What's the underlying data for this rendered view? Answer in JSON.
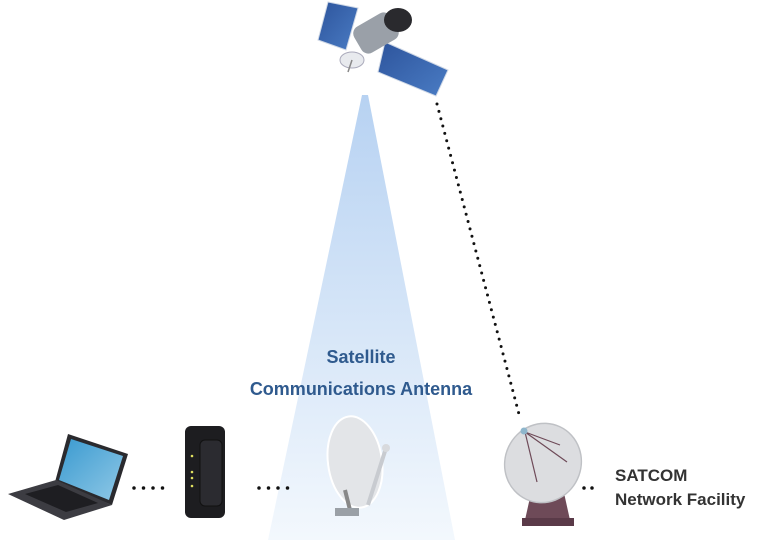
{
  "labels": {
    "antenna_line1": "Satellite",
    "antenna_line2": "Communications Antenna",
    "facility_line1": "SATCOM",
    "facility_line2": "Network Facility"
  },
  "colors": {
    "label_blue": "#2f5a8e",
    "label_dark": "#333333",
    "beam_top": "#b7d2f2",
    "beam_bottom": "#f3f8fd",
    "panel_blue": "#3a66b0",
    "facility_maroon": "#6e4a58"
  }
}
